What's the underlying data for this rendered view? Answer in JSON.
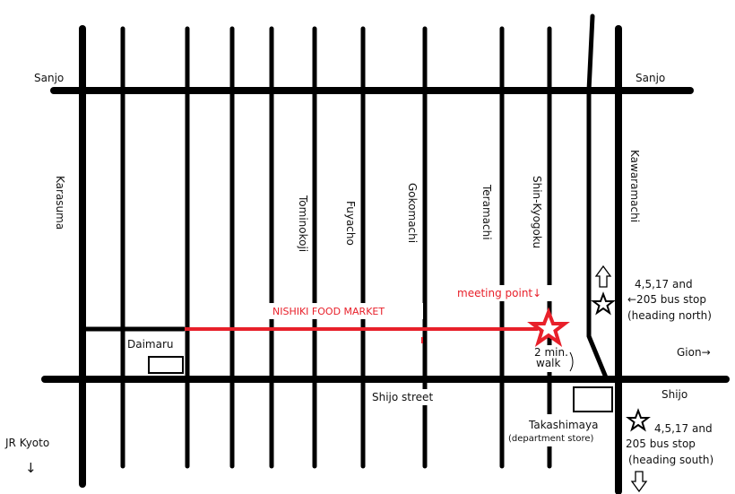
{
  "streets": {
    "sanjo_left": "Sanjo",
    "sanjo_right": "Sanjo",
    "karasuma": "Karasuma",
    "tominokoji": "Tominokoji",
    "fuyacho": "Fuyacho",
    "gokomachi": "Gokomachi",
    "teramachi": "Teramachi",
    "shin_kyogoku": "Shin-Kyogoku",
    "kawaramachi": "Kawaramachi",
    "shijo_street": "Shijo street",
    "shijo_right": "Shijo"
  },
  "landmarks": {
    "nishiki_market": "NISHIKI FOOD MARKET",
    "meeting_point": "meeting point↓",
    "daimaru": "Daimaru",
    "takashimaya": "Takashimaya",
    "takashimaya_sub": "(department store)",
    "jr_kyoto": "JR Kyoto",
    "jr_kyoto_arrow": "↓",
    "gion": "Gion→"
  },
  "walk": {
    "line1": "2 min.",
    "line2": "walk"
  },
  "bus_north": {
    "line1": "4,5,17 and",
    "line2": "←205 bus stop",
    "line3": "(heading north)"
  },
  "bus_south": {
    "line1": "4,5,17 and",
    "line2": "205 bus stop",
    "line3": "(heading south)"
  },
  "colors": {
    "road": "#000000",
    "market": "#e8202a",
    "background": "#ffffff"
  },
  "icons": {
    "meeting_star": "star-icon",
    "bus_stop": "star-icon",
    "direction": "arrow-icon"
  }
}
